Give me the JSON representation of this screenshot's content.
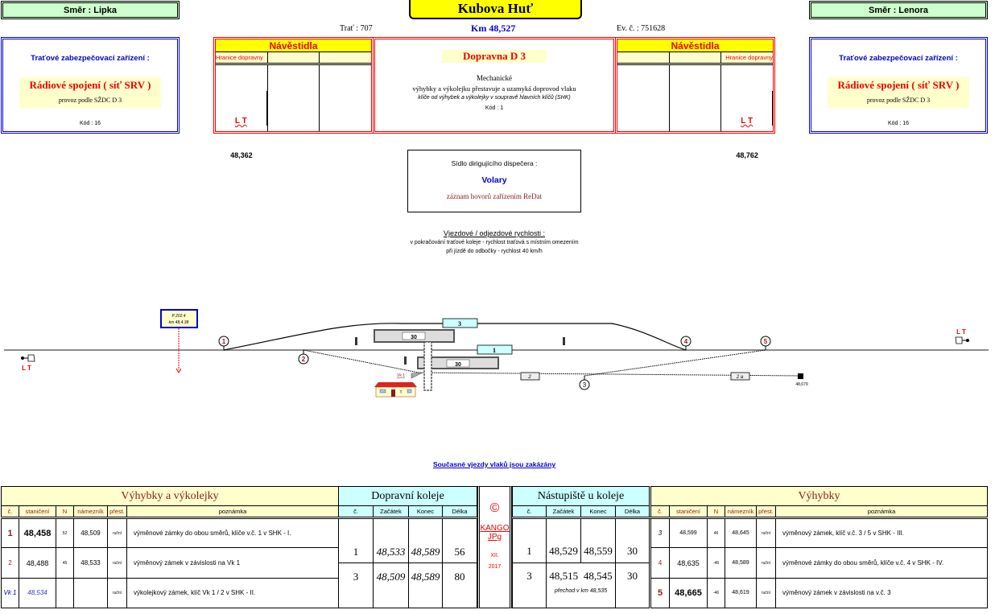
{
  "header": {
    "dir_left": "Směr  :  Lipka",
    "dir_right": "Směr  :  Lenora",
    "title": "Kubova  Huť",
    "trat": "Trať : 707",
    "km": "Km  48,527",
    "ev": "Ev. č. : 751628"
  },
  "line_security": {
    "heading": "Traťové  zabezpečovací  zařízení :",
    "system": "Rádiové spojení  ( síť SRV )",
    "rule": "provoz podle SŽDC D 3",
    "code": "Kód : 16"
  },
  "signals": {
    "heading": "Návěstidla",
    "border_label": "Hranice dopravny",
    "left_name": "L T",
    "left_km": "48,362",
    "right_name": "L T",
    "right_km": "48,762"
  },
  "station": {
    "type": "Dopravna  D 3",
    "mech": "Mechanické",
    "desc": "výhybky a výkolejku přestavuje a uzamyká doprovod vlaku",
    "keys": "klíče od výhybek a výkolejky v soupravě hlavních klíčů (SHK)",
    "code": "Kód : 1"
  },
  "dispatcher": {
    "label": "Sídlo dirigujícího dispečera :",
    "place": "Volary",
    "record": "záznam hovorů zařízením ReDat"
  },
  "speeds": {
    "title": "Vjezdové / odjezdové rychlosti :",
    "line1": "v pokračování traťové koleje - rychlost traťová s místním omezením",
    "line2": "při jízdě do odbočky - rychlost 40 km/h"
  },
  "diagram": {
    "track_3": "3",
    "track_1": "1",
    "track_2": "2",
    "track_2a": "2 a",
    "platform_len_1": "30",
    "platform_len_2": "30",
    "switches": [
      "1",
      "2",
      "3",
      "4",
      "5"
    ],
    "crossing_label_1": "P 202.4",
    "crossing_label_2": "km 48,4.38",
    "signal_left": "L T",
    "signal_right": "L T",
    "derail": "Vk 1",
    "end_km": "48,679"
  },
  "notice": "Současné vjezdy vlaků jsou zakázány",
  "switches_left": {
    "title": "Výhybky a výkolejky",
    "cols": [
      "č.",
      "staničení",
      "N",
      "námezník",
      "přest.",
      "poznámka"
    ],
    "rows": [
      [
        "1",
        "48,458",
        "52",
        "48,509",
        "ruční",
        "výměnové zámky do obou směrů, klíče v.č. 1 v SHK - I."
      ],
      [
        "2",
        "48,488",
        "45",
        "48,533",
        "ruční",
        "výměnový zámek v závislosti na Vk 1"
      ],
      [
        "Vk 1",
        "48,534",
        "",
        "",
        "ruční",
        "výkolejkový zámek, klíč Vk 1 / 2 v SHK - II."
      ]
    ]
  },
  "tracks": {
    "title": "Dopravní  koleje",
    "cols": [
      "č.",
      "Začátek",
      "Konec",
      "Délka"
    ],
    "rows": [
      [
        "1",
        "48,533",
        "48,589",
        "56"
      ],
      [
        "3",
        "48,509",
        "48,589",
        "80"
      ]
    ]
  },
  "copyright": {
    "symbol": "©",
    "author": "KANGO",
    "author2": "JPg",
    "month": "XII.",
    "year": "2017"
  },
  "platforms": {
    "title": "Nástupiště  u  koleje",
    "cols": [
      "č.",
      "Začátek",
      "Konec",
      "Délka"
    ],
    "rows": [
      [
        "1",
        "48,529",
        "48,559",
        "30"
      ],
      [
        "3",
        "48,515",
        "48,545",
        "30"
      ]
    ],
    "note": "přechod v km 48,535"
  },
  "switches_right": {
    "title": "Výhybky",
    "cols": [
      "č.",
      "staničení",
      "N",
      "námezník",
      "přest.",
      "poznámka"
    ],
    "rows": [
      [
        "3",
        "48,599",
        "46",
        "48,645",
        "ruční",
        "výměnový zámek, klíč v.č. 3 / 5 v SHK - III."
      ],
      [
        "4",
        "48,635",
        "-46",
        "48,589",
        "ruční",
        "výměnové zámky do obou směrů, klíče v.č. 4 v SHK - IV."
      ],
      [
        "5",
        "48,665",
        "-46",
        "48,619",
        "ruční",
        "výměnový zámek v závislosti na v.č. 3"
      ]
    ]
  },
  "colors": {
    "accent_red": "#ee0000",
    "blue": "#0000cc",
    "yellow": "#ffff00",
    "cyan": "#ccffff",
    "green": "#ccffcc"
  }
}
